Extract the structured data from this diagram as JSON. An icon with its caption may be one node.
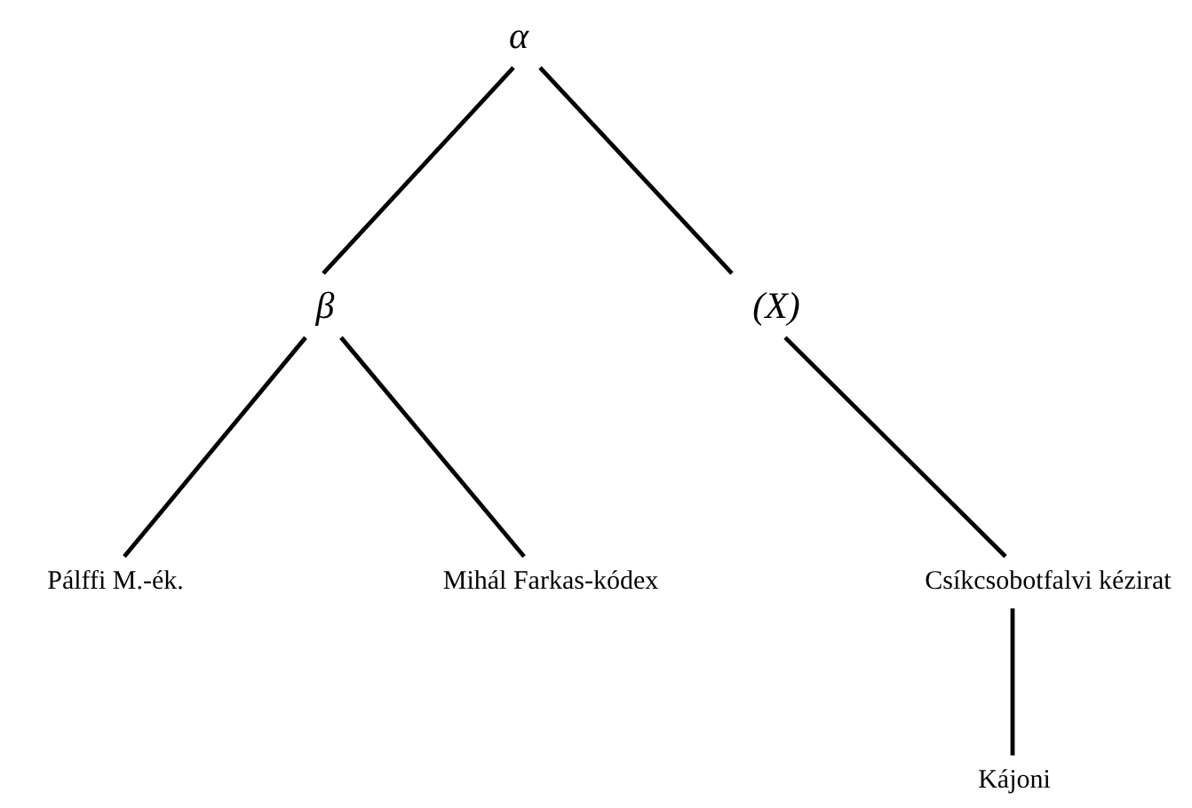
{
  "diagram": {
    "nodes": [
      {
        "text": [
          "α"
        ]
      },
      {
        "text": [
          "β"
        ]
      },
      {
        "text": [
          "(X)"
        ]
      },
      {
        "text": [
          "Pálffi M.-ék."
        ]
      },
      {
        "text": [
          "Mihál Farkas-kódex"
        ]
      },
      {
        "text": [
          "Csíkcsobotfalvi kézirat"
        ]
      },
      {
        "text": [
          "Kájoni"
        ]
      }
    ],
    "edges": [
      {
        "from": 0,
        "to": 1,
        "arrow": "none"
      },
      {
        "from": 0,
        "to": 2,
        "arrow": "none"
      },
      {
        "from": 1,
        "to": 3,
        "arrow": "none"
      },
      {
        "from": 1,
        "to": 4,
        "arrow": "none"
      },
      {
        "from": 2,
        "to": 5,
        "arrow": "none"
      },
      {
        "from": 5,
        "to": 6,
        "arrow": "none"
      }
    ]
  }
}
